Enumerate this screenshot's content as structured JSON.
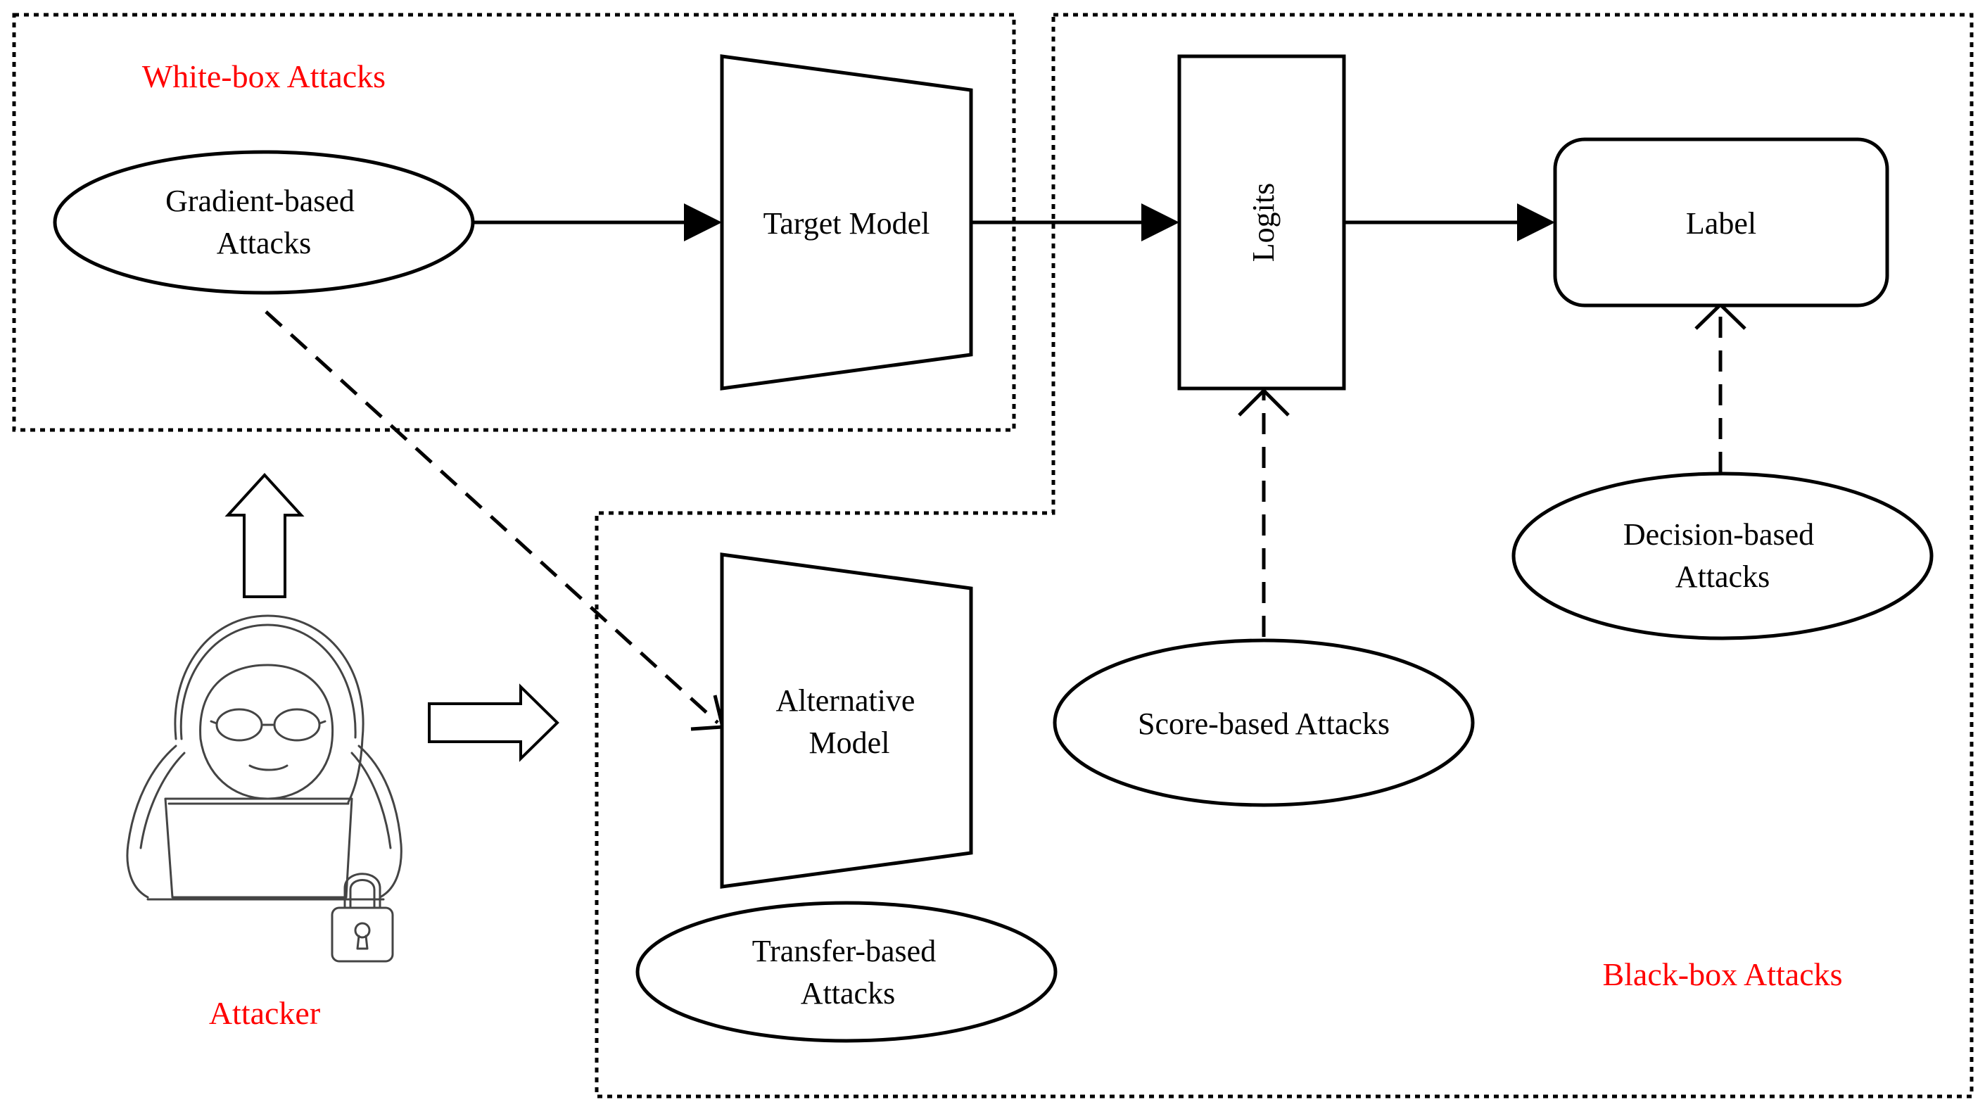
{
  "colors": {
    "region_label": "#ff0000",
    "ink": "#000000",
    "sketch": "#444444",
    "background": "#ffffff"
  },
  "regions": {
    "white_box": "White-box Attacks",
    "black_box": "Black-box Attacks"
  },
  "nodes": {
    "gradient_based": [
      "Gradient-based",
      "Attacks"
    ],
    "target_model": "Target Model",
    "logits": "Logits",
    "label": "Label",
    "alternative_model": [
      "Alternative",
      "Model"
    ],
    "transfer_based": [
      "Transfer-based",
      "Attacks"
    ],
    "score_based": "Score-based Attacks",
    "decision_based": [
      "Decision-based",
      "Attacks"
    ]
  },
  "attacker": {
    "label": "Attacker",
    "icon": "hooded-hacker-laptop-icon",
    "lock_icon": "padlock-icon"
  }
}
